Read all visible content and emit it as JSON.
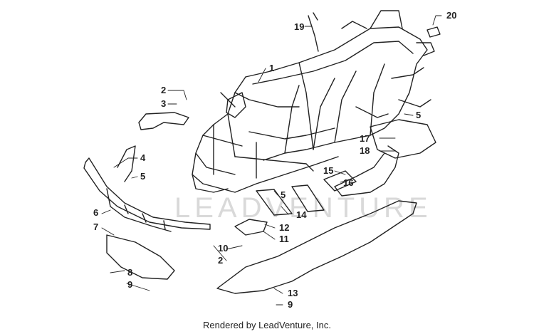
{
  "watermark": "LEADVENTURE",
  "footer": "Rendered by LeadVenture, Inc.",
  "callouts": [
    "1",
    "2",
    "3",
    "4",
    "5",
    "6",
    "7",
    "8",
    "9",
    "10",
    "11",
    "12",
    "13",
    "14",
    "15",
    "16",
    "17",
    "18",
    "19",
    "20"
  ],
  "colors": {
    "line": "#222222",
    "watermark": "#d9d9d9",
    "background": "#ffffff"
  }
}
